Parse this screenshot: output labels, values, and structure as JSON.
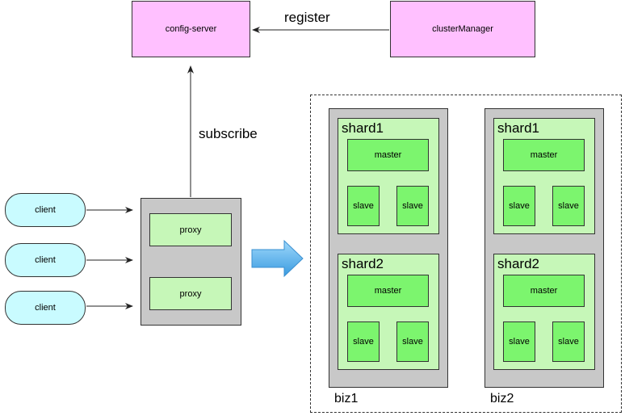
{
  "config_server": {
    "label": "config-server"
  },
  "cluster_manager": {
    "label": "clusterManager"
  },
  "edges": {
    "register": "register",
    "subscribe": "subscribe"
  },
  "clients": [
    {
      "label": "client"
    },
    {
      "label": "client"
    },
    {
      "label": "client"
    }
  ],
  "proxies": [
    {
      "label": "proxy"
    },
    {
      "label": "proxy"
    }
  ],
  "bizes": [
    {
      "label": "biz1",
      "shards": [
        {
          "label": "shard1",
          "master": "master",
          "slaves": [
            "slave",
            "slave"
          ]
        },
        {
          "label": "shard2",
          "master": "master",
          "slaves": [
            "slave",
            "slave"
          ]
        }
      ]
    },
    {
      "label": "biz2",
      "shards": [
        {
          "label": "shard1",
          "master": "master",
          "slaves": [
            "slave",
            "slave"
          ]
        },
        {
          "label": "shard2",
          "master": "master",
          "slaves": [
            "slave",
            "slave"
          ]
        }
      ]
    }
  ],
  "colors": {
    "pink": "#ffc0ff",
    "client": "#c9fbff",
    "container": "#c8c8c8",
    "light_green": "#c6f7b8",
    "green": "#7cf56e",
    "arrow_blue": "#5ab4ec"
  }
}
